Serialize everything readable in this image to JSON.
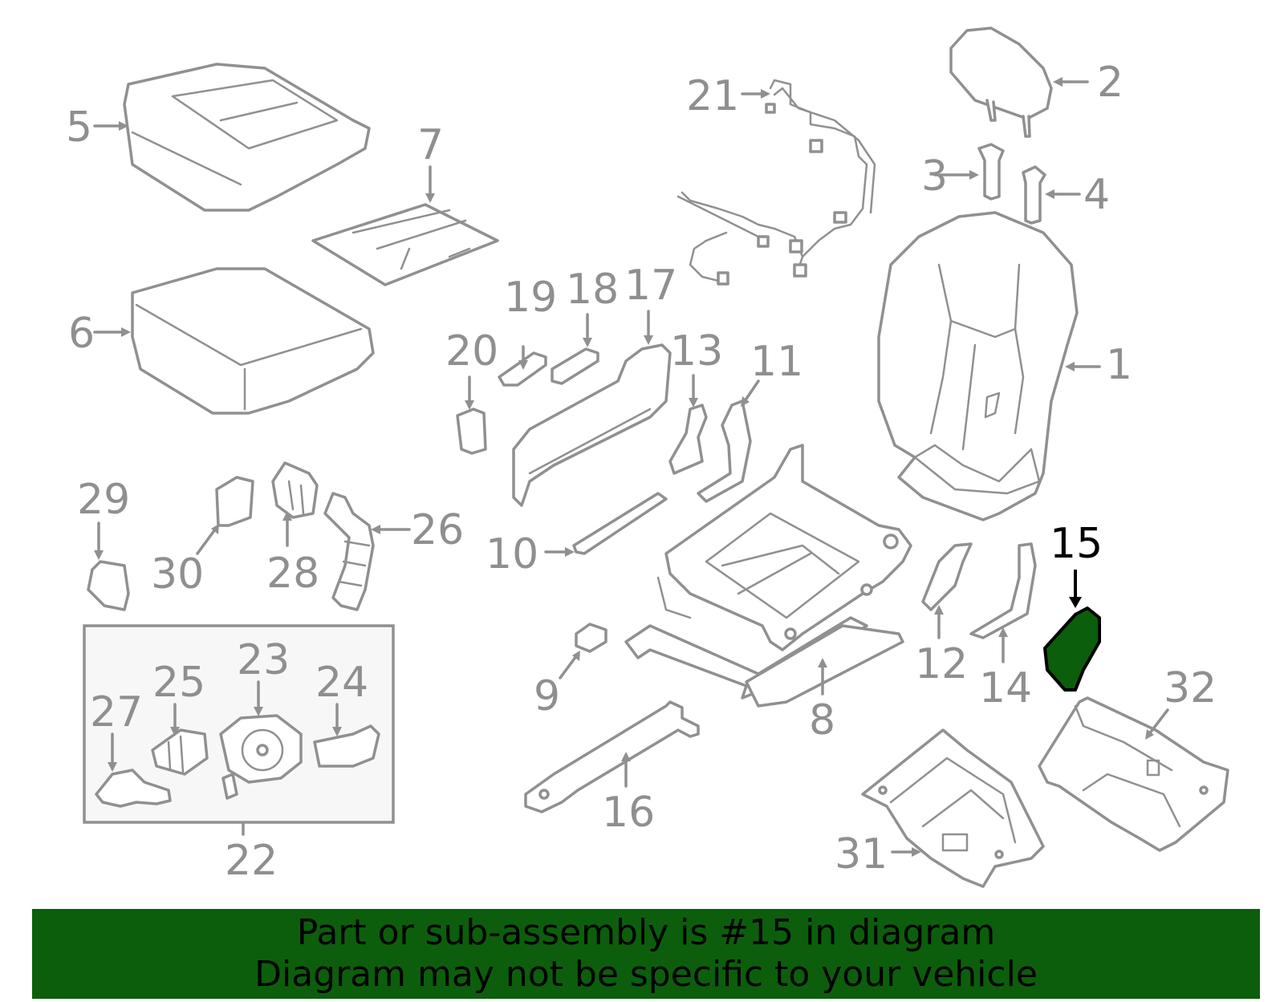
{
  "diagram": {
    "labels": [
      "1",
      "2",
      "3",
      "4",
      "5",
      "6",
      "7",
      "8",
      "9",
      "10",
      "11",
      "12",
      "13",
      "14",
      "15",
      "16",
      "17",
      "18",
      "19",
      "20",
      "21",
      "22",
      "23",
      "24",
      "25",
      "26",
      "27",
      "28",
      "29",
      "30",
      "31",
      "32"
    ],
    "highlighted_part": "15",
    "highlight_color": "#0c5e0c",
    "part_color": "#909090"
  },
  "banner": {
    "line1": "Part or sub-assembly is #15 in diagram",
    "line2": "Diagram may not be specific to your vehicle",
    "background": "#0c5e0c"
  }
}
